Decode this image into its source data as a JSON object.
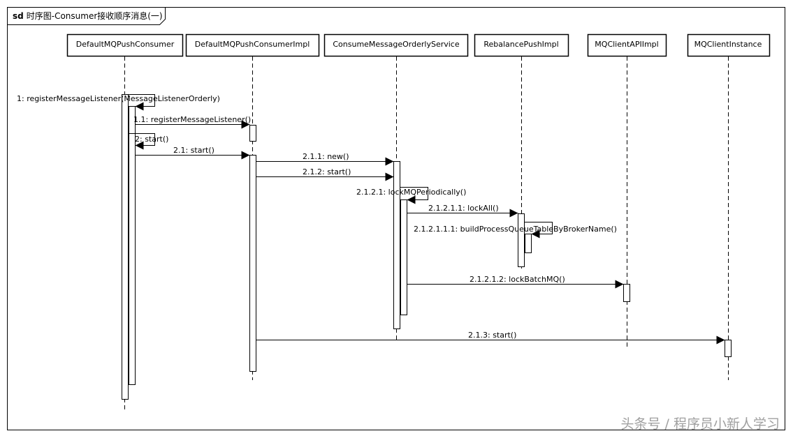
{
  "frame": {
    "keyword": "sd",
    "title": "时序图-Consumer接收顺序消息(一)"
  },
  "lifelines": [
    {
      "id": "dmpc",
      "label": "DefaultMQPushConsumer"
    },
    {
      "id": "dmpci",
      "label": "DefaultMQPushConsumerImpl"
    },
    {
      "id": "cmos",
      "label": "ConsumeMessageOrderlyService"
    },
    {
      "id": "rpi",
      "label": "RebalancePushImpl"
    },
    {
      "id": "mcai",
      "label": "MQClientAPIImpl"
    },
    {
      "id": "mci",
      "label": "MQClientInstance"
    }
  ],
  "messages": [
    {
      "id": "m1",
      "label": "1: registerMessageListener(MessageListenerOrderly)"
    },
    {
      "id": "m1_1",
      "label": "1.1: registerMessageListener()"
    },
    {
      "id": "m2",
      "label": "2: start()"
    },
    {
      "id": "m2_1",
      "label": "2.1: start()"
    },
    {
      "id": "m2_1_1",
      "label": "2.1.1: new()"
    },
    {
      "id": "m2_1_2",
      "label": "2.1.2: start()"
    },
    {
      "id": "m2_1_2_1",
      "label": "2.1.2.1: lockMQPeriodically()"
    },
    {
      "id": "m2_1_2_1_1",
      "label": "2.1.2.1.1: lockAll()"
    },
    {
      "id": "m2_1_2_1_1_1",
      "label": "2.1.2.1.1.1: buildProcessQueueTableByBrokerName()"
    },
    {
      "id": "m2_1_2_1_2",
      "label": "2.1.2.1.2: lockBatchMQ()"
    },
    {
      "id": "m2_1_3",
      "label": "2.1.3: start()"
    }
  ],
  "watermark": "头条号 / 程序员小新人学习"
}
